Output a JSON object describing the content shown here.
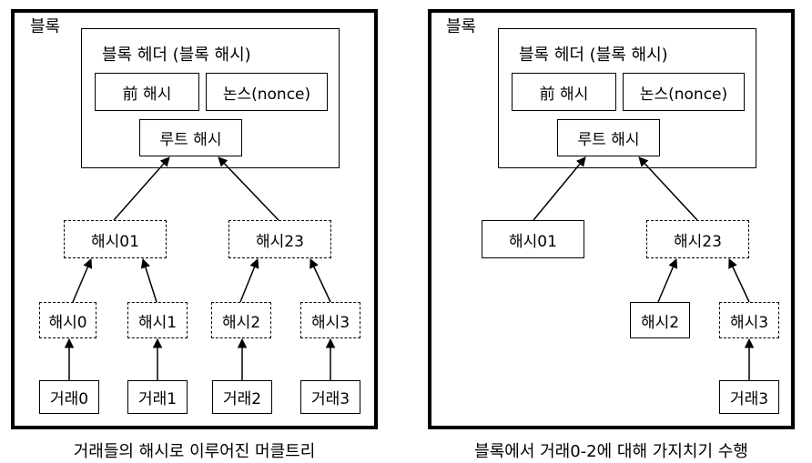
{
  "left": {
    "block_label": "블록",
    "header_title": "블록 헤더 (블록 해시)",
    "prev_hash": "前 해시",
    "nonce": "논스(nonce)",
    "root_hash": "루트 해시",
    "hash01": "해시01",
    "hash23": "해시23",
    "hash0": "해시0",
    "hash1": "해시1",
    "hash2": "해시2",
    "hash3": "해시3",
    "tx0": "거래0",
    "tx1": "거래1",
    "tx2": "거래2",
    "tx3": "거래3",
    "caption": "거래들의 해시로 이루어진 머클트리"
  },
  "right": {
    "block_label": "블록",
    "header_title": "블록 헤더 (블록 해시)",
    "prev_hash": "前 해시",
    "nonce": "논스(nonce)",
    "root_hash": "루트 해시",
    "hash01": "해시01",
    "hash23": "해시23",
    "hash2": "해시2",
    "hash3": "해시3",
    "tx3": "거래3",
    "caption": "블록에서 거래0-2에 대해 가지치기 수행"
  }
}
